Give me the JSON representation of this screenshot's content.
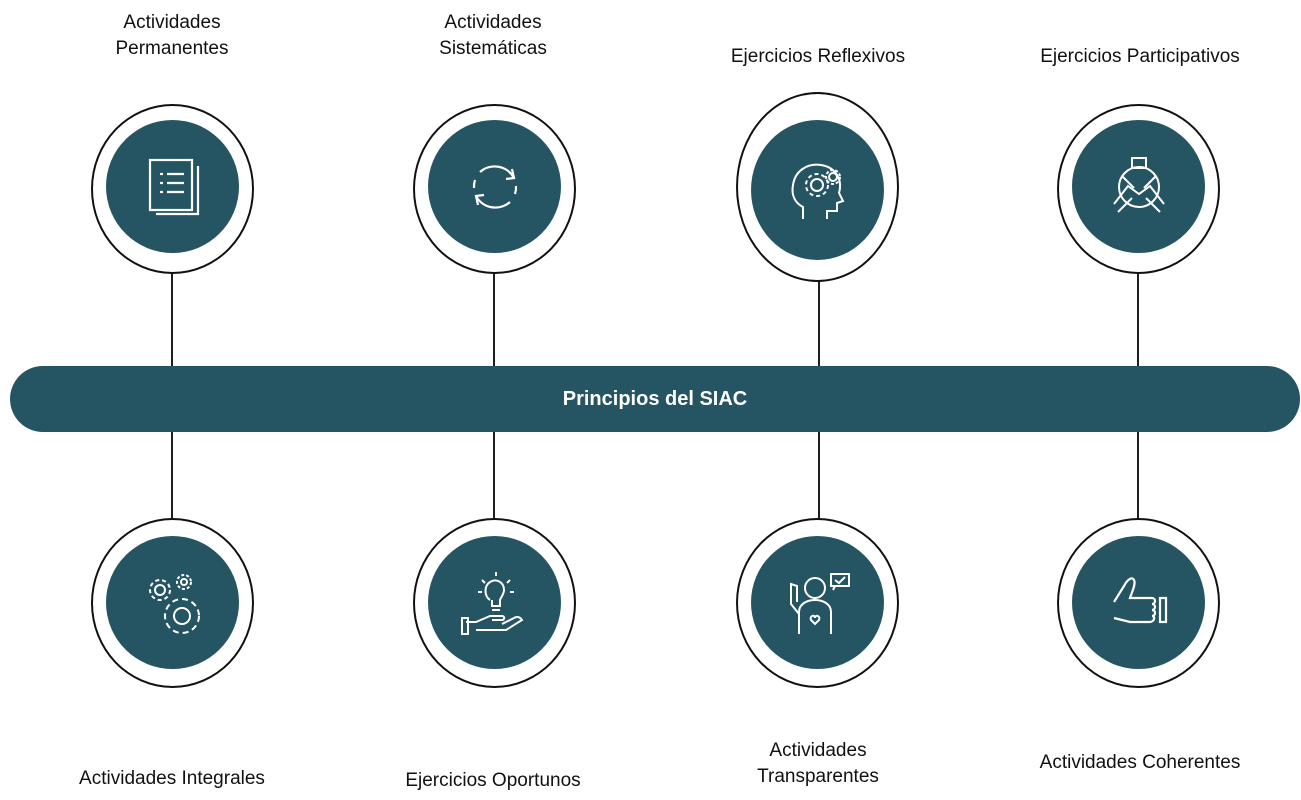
{
  "center": {
    "title": "Principios del SIAC"
  },
  "top_items": [
    {
      "lines": [
        "Actividades",
        "Permanentes"
      ],
      "icon": "document-list-icon"
    },
    {
      "lines": [
        "Actividades",
        "Sistemáticas"
      ],
      "icon": "cycle-arrows-icon"
    },
    {
      "lines": [
        "Ejercicios Reflexivos"
      ],
      "icon": "head-gears-icon"
    },
    {
      "lines": [
        "Ejercicios Participativos"
      ],
      "icon": "joined-hands-icon"
    }
  ],
  "bottom_items": [
    {
      "lines": [
        "Actividades Integrales"
      ],
      "icon": "gears-icon"
    },
    {
      "lines": [
        "Ejercicios Oportunos"
      ],
      "icon": "hand-lightbulb-icon"
    },
    {
      "lines": [
        "Actividades",
        "Transparentes"
      ],
      "icon": "person-message-icon"
    },
    {
      "lines": [
        "Actividades Coherentes"
      ],
      "icon": "thumbs-up-icon"
    }
  ],
  "colors": {
    "accent": "#255462",
    "line": "#1e1e1e",
    "background": "#ffffff"
  }
}
